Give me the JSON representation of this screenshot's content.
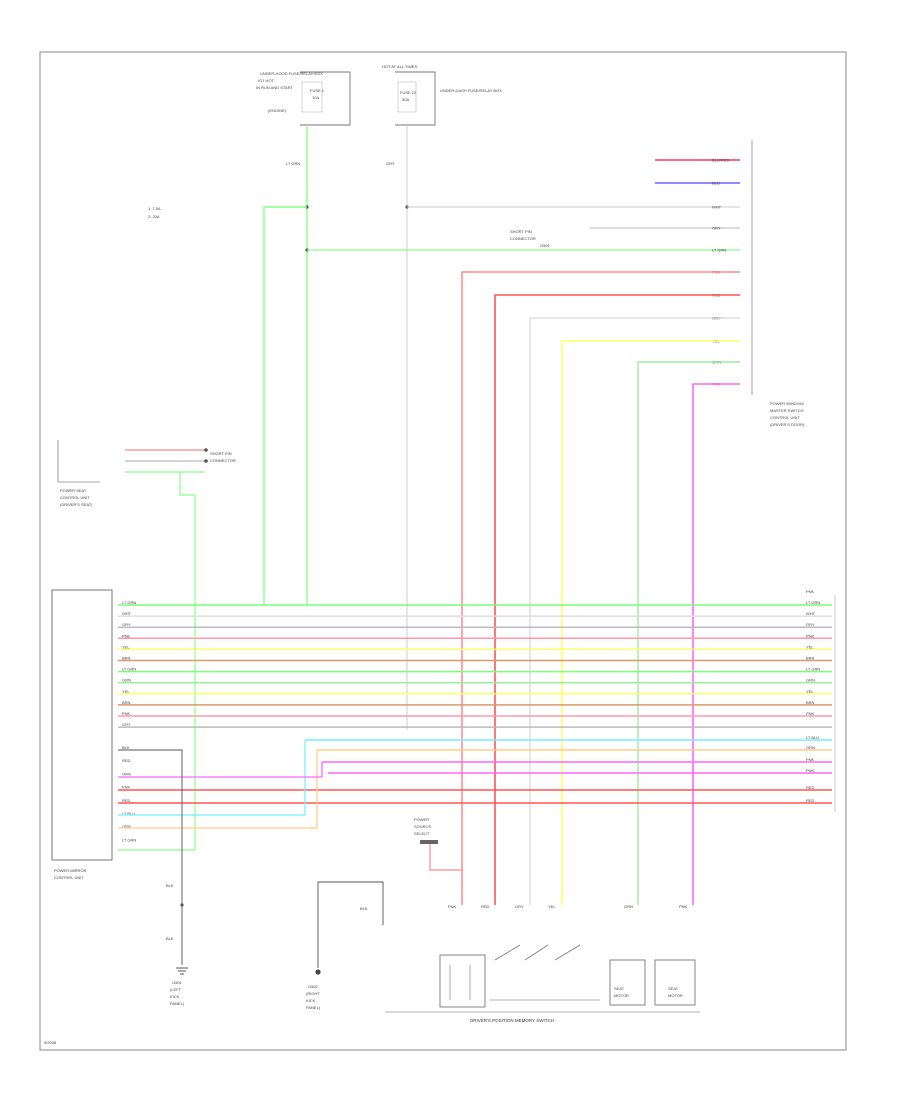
{
  "diagram": {
    "footer_code": "9/2008",
    "components": {
      "fuse_box_top": {
        "lines": [
          "UNDER-HOOD FUSE/RELAY BOX",
          "IG1 HOT",
          "IN RUN AND START",
          "FUSE 1",
          "10A",
          "(ENGINE)"
        ]
      },
      "fuse_box_top2": {
        "lines": [
          "HOT AT ALL TIMES",
          "FUSE 22",
          "30A",
          "UNDER-DASH FUSE/RELAY BOX"
        ]
      },
      "ground_connector": {
        "lines": [
          "SHORT PIN",
          "CONNECTOR",
          "G501"
        ]
      },
      "legend_notes": {
        "lines": [
          "1: 7.5A",
          "2: 20A"
        ]
      },
      "right_unit": {
        "lines": [
          "POWER WINDOW",
          "MASTER SWITCH",
          "CONTROL UNIT",
          "(DRIVER'S DOOR)"
        ]
      },
      "left_unit": {
        "lines": [
          "POWER SEAT",
          "CONTROL UNIT",
          "(DRIVER'S SEAT)"
        ]
      },
      "left_connector_label": {
        "lines": [
          "SHORT PIN",
          "CONNECTOR"
        ]
      },
      "main_module": {
        "lines": [
          "POWER MIRROR",
          "CONTROL UNIT"
        ]
      },
      "ground_g1": {
        "lines": [
          "G501",
          "(LEFT",
          "KICK",
          "PANEL)"
        ]
      },
      "ground_g2": {
        "lines": [
          "G502",
          "(RIGHT",
          "KICK",
          "PANEL)"
        ]
      },
      "motor_left": {
        "lines": [
          "SEAT",
          "MOTOR"
        ]
      },
      "motor_right": {
        "lines": [
          "SEAT",
          "MOTOR"
        ]
      },
      "switch_group": {
        "caption": "DRIVER'S POSITION MEMORY SWITCH"
      },
      "power_source_box": {
        "lines": [
          "POWER",
          "SOURCE",
          "SELECT"
        ]
      }
    },
    "wire_labels": {
      "top_right": [
        "BLU/RED",
        "BLU",
        "WHT",
        "GRY",
        "LT GRN",
        "PNK",
        "RED",
        "GRY",
        "YEL",
        "GRN",
        "PNK"
      ],
      "main_left_rows": [
        "LT GRN",
        "WHT",
        "GRY",
        "PNK",
        "YEL",
        "BRN",
        "LT GRN",
        "GRN",
        "YEL",
        "BRN",
        "PNK",
        "GRY"
      ],
      "main_right_rows": [
        "PNK",
        "LT GRN",
        "WHT",
        "GRY",
        "PNK",
        "YEL",
        "BRN",
        "LT GRN",
        "GRN",
        "YEL",
        "BRN",
        "PNK"
      ],
      "lower_left_rows": [
        "BLK",
        "RED",
        "ORN",
        "PNK",
        "RED",
        "LT BLU",
        "ORN",
        "LT GRN"
      ],
      "lower_right_rows": [
        "LT BLU",
        "ORN",
        "PNK",
        "PNK",
        "RED",
        "RED"
      ],
      "bottom_wires": [
        "PNK",
        "RED",
        "GRY",
        "YEL",
        "GRN",
        "PNK"
      ],
      "vert_top": [
        "LT GRN",
        "GRY"
      ],
      "blk_labels": [
        "BLK",
        "BLK",
        "BLK"
      ]
    }
  }
}
